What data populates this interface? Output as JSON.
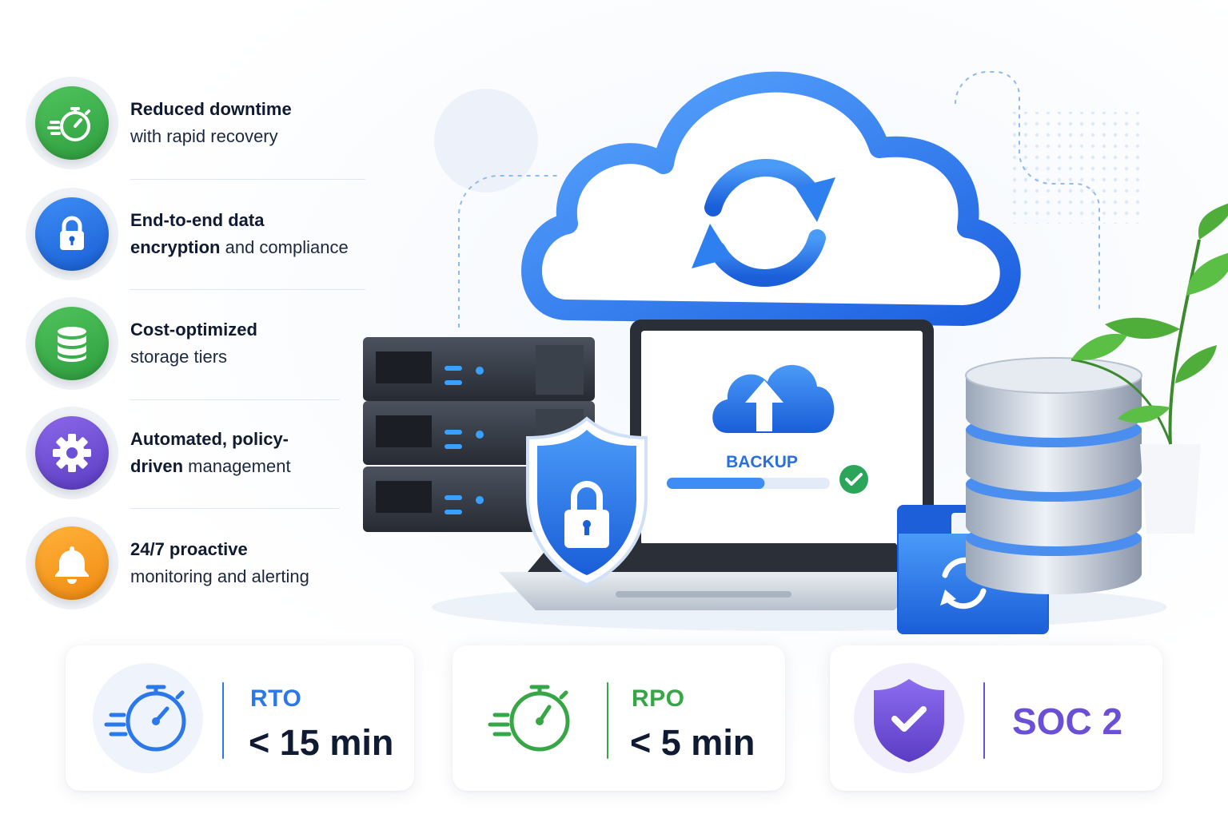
{
  "features": [
    {
      "title": "Reduced downtime",
      "rest": "with rapid recovery",
      "icon": "stopwatch-icon",
      "color": "#3aaf4a"
    },
    {
      "title": "End-to-end data",
      "title2": "encryption",
      "rest": "and compliance",
      "icon": "padlock-icon",
      "color": "#2a78ea"
    },
    {
      "title": "Cost-optimized",
      "rest": "storage tiers",
      "icon": "database-icon",
      "color": "#3aaf4a"
    },
    {
      "title": "Automated, policy-",
      "title2": "driven",
      "rest": "management",
      "icon": "gear-icon",
      "color": "#6b4fd6"
    },
    {
      "title": "24/7 proactive",
      "rest": "monitoring and alerting",
      "icon": "bell-icon",
      "color": "#f79b1e"
    }
  ],
  "illustration": {
    "laptop_status": "BACKUP",
    "backup_progress": 0.6
  },
  "stats": {
    "rto": {
      "label": "RTO",
      "value": "< 15 min",
      "color": "#2a78ea"
    },
    "rpo": {
      "label": "RPO",
      "value": "< 5 min",
      "color": "#36a646"
    },
    "soc": {
      "value": "SOC 2",
      "color": "#6b4fd6"
    }
  }
}
